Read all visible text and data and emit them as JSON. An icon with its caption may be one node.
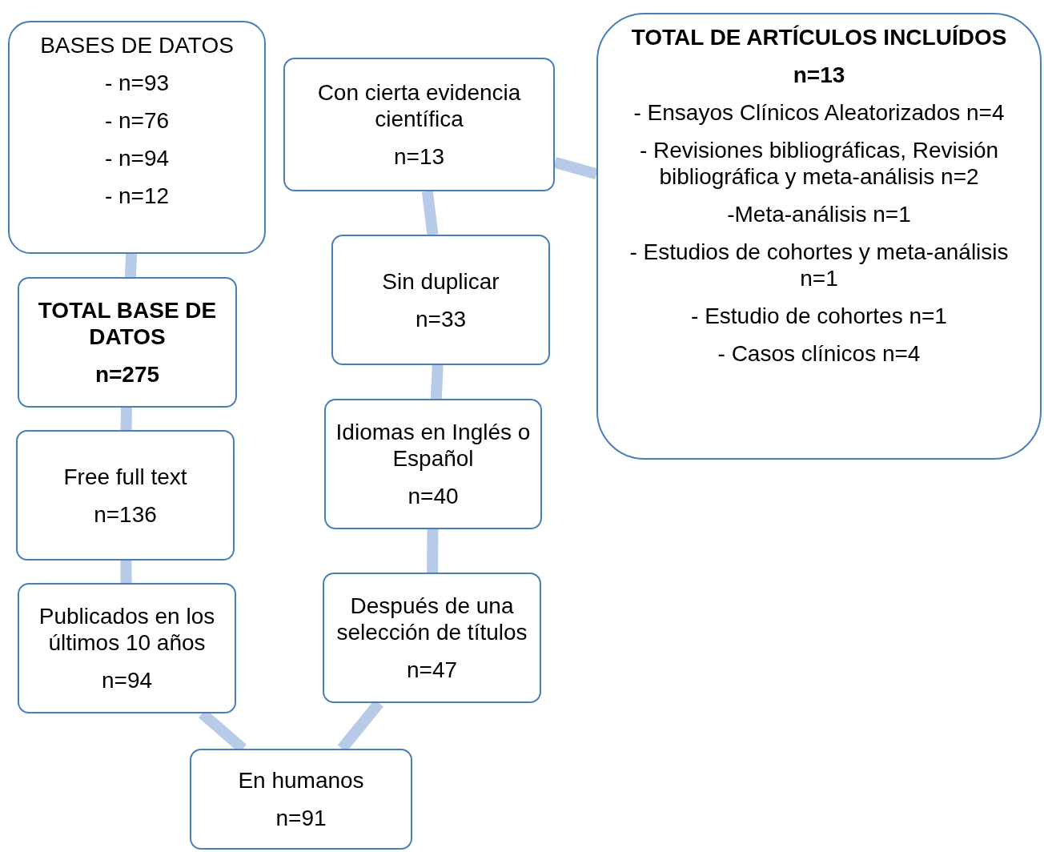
{
  "diagram": {
    "nodes": [
      {
        "text": [
          "BASES DE DATOS",
          "- n=93",
          "- n=76",
          "- n=94",
          "- n=12"
        ]
      },
      {
        "text": [
          "TOTAL BASE DE DATOS",
          "n=275"
        ]
      },
      {
        "text": [
          "Free full text",
          "n=136"
        ]
      },
      {
        "text": [
          "Publicados en los últimos 10 años",
          "n=94"
        ]
      },
      {
        "text": [
          "En humanos",
          "n=91"
        ]
      },
      {
        "text": [
          "Después de una selección de títulos",
          "n=47"
        ]
      },
      {
        "text": [
          "Idiomas en Inglés o Español",
          "n=40"
        ]
      },
      {
        "text": [
          "Sin duplicar",
          "n=33"
        ]
      },
      {
        "text": [
          "Con cierta evidencia científica",
          "n=13"
        ]
      },
      {
        "text": [
          "TOTAL DE ARTÍCULOS INCLUÍDOS",
          "n=13",
          "- Ensayos Clínicos Aleatorizados n=4",
          "- Revisiones bibliográficas, Revisión bibliográfica y meta-análisis n=2",
          "-Meta-análisis n=1",
          "- Estudios de cohortes y meta-análisis n=1",
          "- Estudio de cohortes n=1",
          "- Casos clínicos n=4"
        ]
      }
    ],
    "edges": [
      {
        "from": 0,
        "to": 1,
        "arrow": "none"
      },
      {
        "from": 1,
        "to": 2,
        "arrow": "none"
      },
      {
        "from": 2,
        "to": 3,
        "arrow": "none"
      },
      {
        "from": 3,
        "to": 4,
        "arrow": "none"
      },
      {
        "from": 4,
        "to": 5,
        "arrow": "none"
      },
      {
        "from": 5,
        "to": 6,
        "arrow": "none"
      },
      {
        "from": 6,
        "to": 7,
        "arrow": "none"
      },
      {
        "from": 7,
        "to": 8,
        "arrow": "none"
      },
      {
        "from": 8,
        "to": 9,
        "arrow": "none"
      }
    ]
  }
}
